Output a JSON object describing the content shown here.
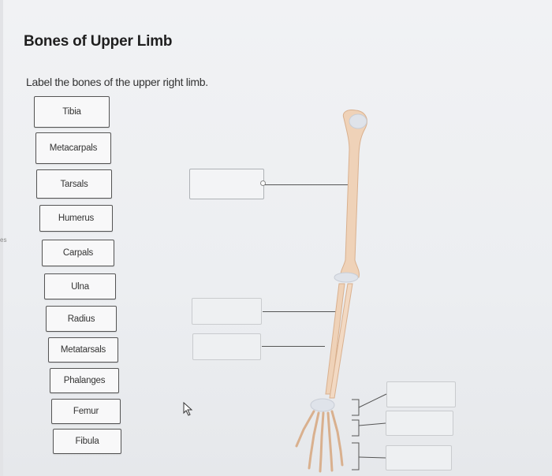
{
  "page": {
    "title": "Bones of Upper Limb",
    "instructions": "Label the bones of the upper right limb.",
    "edge_mark": "es"
  },
  "label_bank": [
    {
      "label": "Tibia"
    },
    {
      "label": "Metacarpals"
    },
    {
      "label": "Tarsals"
    },
    {
      "label": "Humerus"
    },
    {
      "label": "Carpals"
    },
    {
      "label": "Ulna"
    },
    {
      "label": "Radius"
    },
    {
      "label": "Metatarsals"
    },
    {
      "label": "Phalanges"
    },
    {
      "label": "Femur"
    },
    {
      "label": "Fibula"
    }
  ],
  "drop_targets": [
    {
      "value": ""
    },
    {
      "value": ""
    },
    {
      "value": ""
    },
    {
      "value": ""
    },
    {
      "value": ""
    },
    {
      "value": ""
    }
  ],
  "colors": {
    "bone": "#efd2b8",
    "bone_shadow": "#d9b08e",
    "joint": "#dfe3ea",
    "leader": "#555555"
  },
  "icons": {
    "pointer": "cursor-arrow-icon"
  }
}
